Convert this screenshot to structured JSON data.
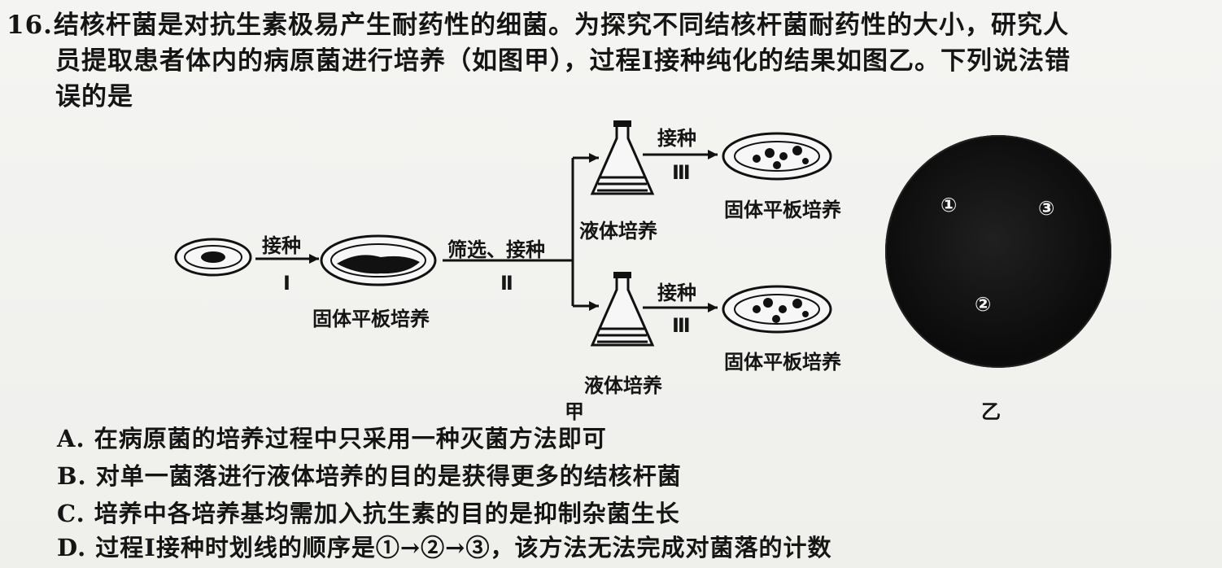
{
  "question": {
    "number": "16.",
    "line1": "结核杆菌是对抗生素极易产生耐药性的细菌。为探究不同结核杆菌耐药性的大小，研究人",
    "line2": "员提取患者体内的病原菌进行培养（如图甲），过程Ⅰ接种纯化的结果如图乙。下列说法错",
    "line3": "误的是"
  },
  "figure": {
    "step1_top": "接种",
    "step1_bottom": "Ⅰ",
    "step2_top": "筛选、接种",
    "step2_bottom": "Ⅱ",
    "step3a_top": "接种",
    "step3a_bottom": "Ⅲ",
    "step3b_top": "接种",
    "step3b_bottom": "Ⅲ",
    "plate_label_1": "固体平板培养",
    "plate_label_2": "固体平板培养",
    "plate_label_3": "固体平板培养",
    "liquid_label_1": "液体培养",
    "liquid_label_2": "液体培养",
    "caption_jia": "甲",
    "caption_yi": "乙",
    "dish_mark_1": "①",
    "dish_mark_2": "②",
    "dish_mark_3": "③"
  },
  "options": {
    "A": "A. 在病原菌的培养过程中只采用一种灭菌方法即可",
    "B": "B. 对单一菌落进行液体培养的目的是获得更多的结核杆菌",
    "C": "C. 培养中各培养基均需加入抗生素的目的是抑制杂菌生长",
    "D": "D. 过程Ⅰ接种时划线的顺序是①→②→③，该方法无法完成对菌落的计数"
  }
}
